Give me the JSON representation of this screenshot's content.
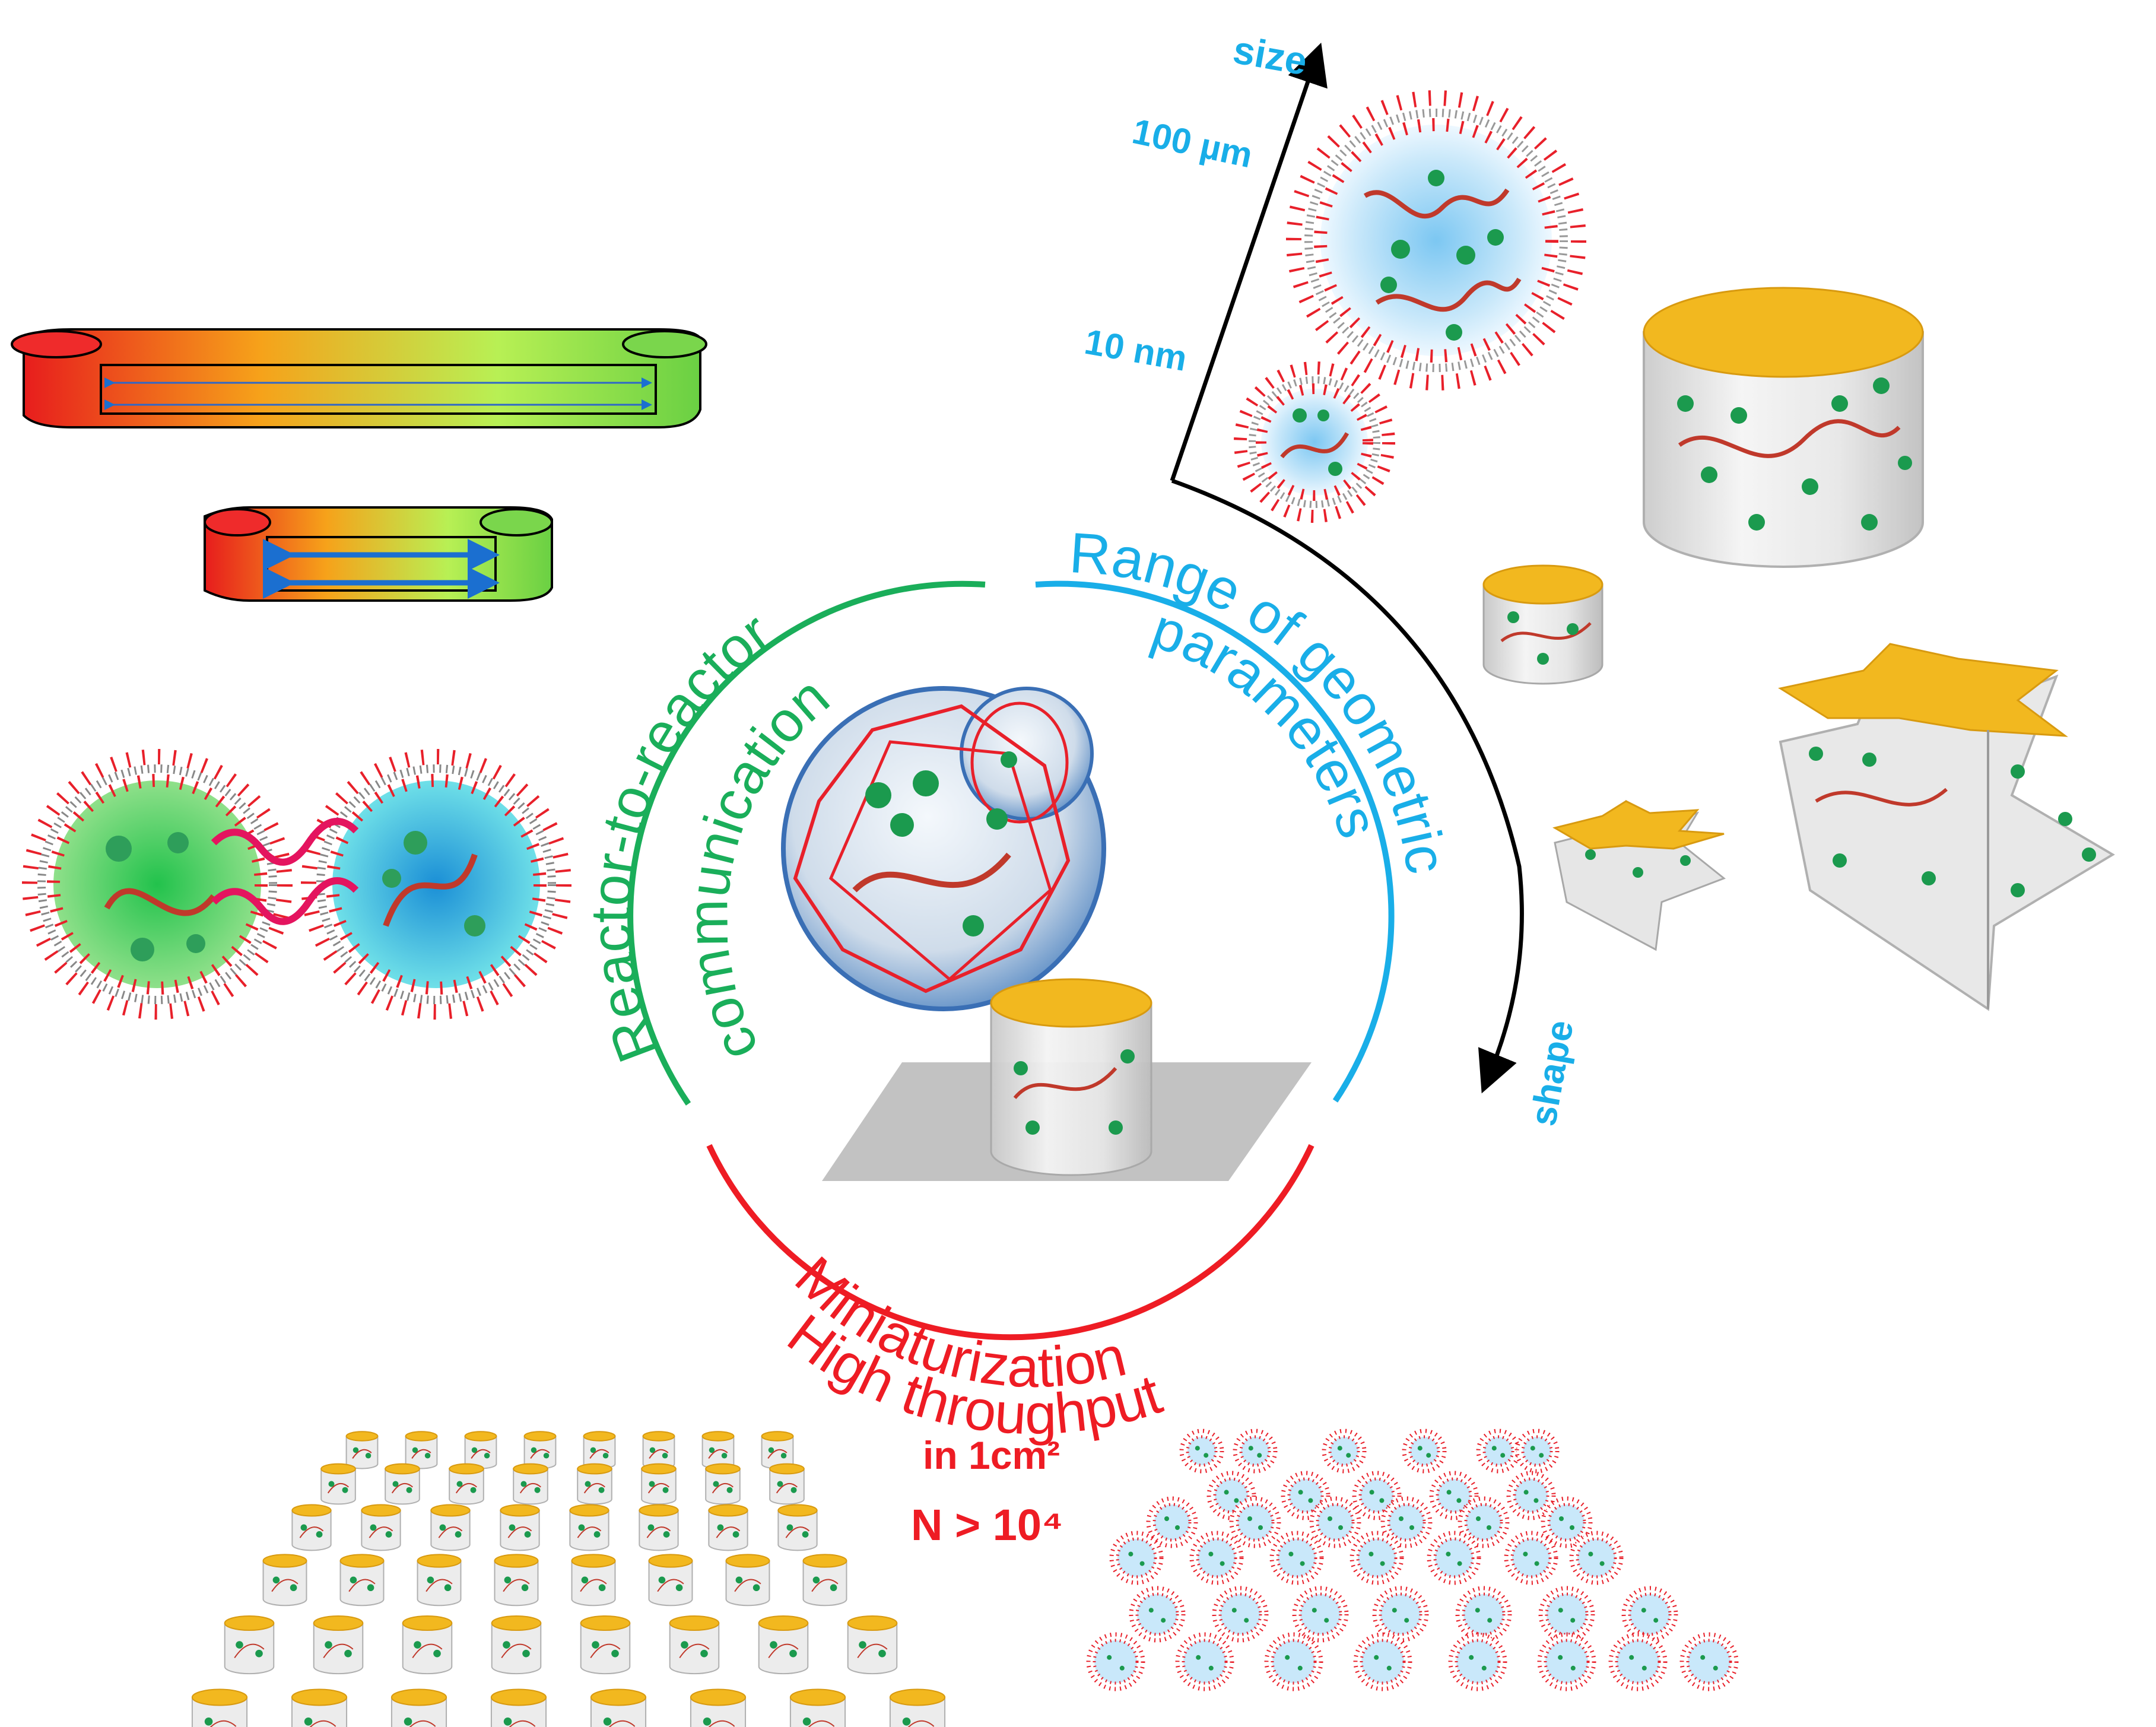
{
  "axis": {
    "size_label": "size",
    "tick_large": "100 µm",
    "tick_small": "10 nm",
    "shape_label": "shape"
  },
  "arcs": {
    "communication_line1": "Reactor-to-reactor",
    "communication_line2": "communication",
    "geometry_line1": "Range of geometric",
    "geometry_line2": "parameters",
    "miniaturization": "Miniaturization",
    "throughput": "High throughput"
  },
  "density": {
    "area": "in 1cm²",
    "count": "N > 10⁴"
  },
  "colors": {
    "green": "#1aae5a",
    "blue": "#19aee8",
    "red": "#ee1c24",
    "gold": "#f2b81f",
    "lipid_red": "#e8202a",
    "enzyme_green": "#1b9a4e"
  }
}
